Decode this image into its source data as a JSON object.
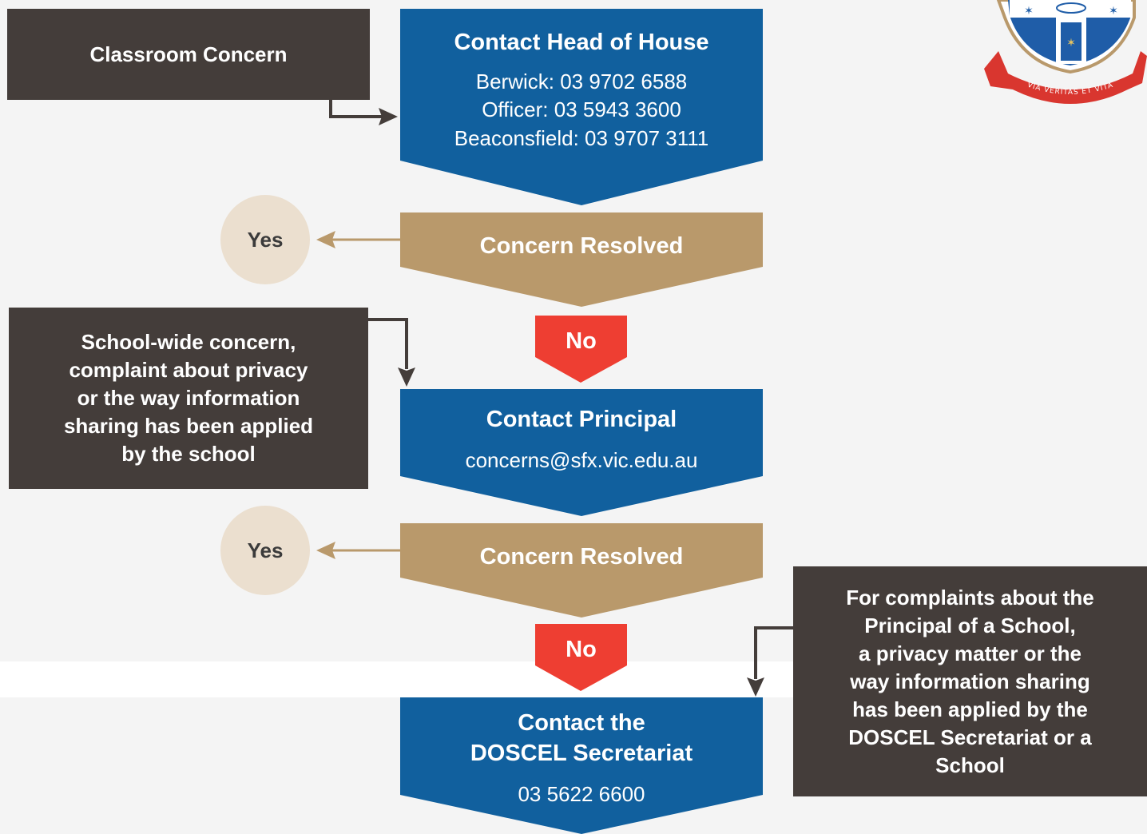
{
  "colors": {
    "dark": "#443d3a",
    "blue": "#11609e",
    "gold": "#b9996b",
    "red": "#ee3e32",
    "circle": "#ebdfcf"
  },
  "classroom": {
    "label": "Classroom Concern"
  },
  "head_of_house": {
    "title": "Contact Head of House",
    "lines": [
      "Berwick: 03 9702 6588",
      "Officer: 03 5943 3600",
      "Beaconsfield: 03 9707 3111"
    ]
  },
  "resolved_1": {
    "label": "Concern Resolved",
    "yes": "Yes",
    "no": "No"
  },
  "school_wide": {
    "lines": [
      "School-wide concern,",
      "complaint about privacy",
      "or the way information",
      "sharing has been applied",
      "by the school"
    ]
  },
  "principal": {
    "title": "Contact Principal",
    "email": "concerns@sfx.vic.edu.au"
  },
  "resolved_2": {
    "label": "Concern Resolved",
    "yes": "Yes",
    "no": "No"
  },
  "secretariat": {
    "title_lines": [
      "Contact the",
      "DOSCEL Secretariat"
    ],
    "phone": "03 5622 6600"
  },
  "doscel_complaints": {
    "lines": [
      "For complaints about the",
      "Principal of a School,",
      "a privacy matter or the",
      "way information sharing",
      "has been applied by the",
      "DOSCEL Secretariat or a",
      "School"
    ]
  },
  "crest": {
    "motto": "VIA VERITAS ET VITA",
    "icon": "school-crest-icon"
  }
}
